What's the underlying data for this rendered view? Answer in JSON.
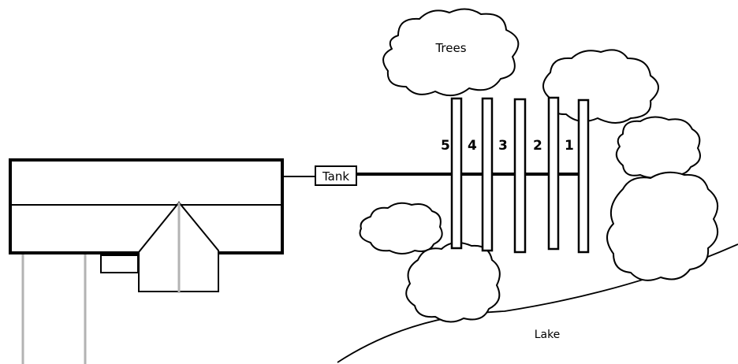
{
  "labels": {
    "tank": "Tank",
    "trees": "Trees",
    "lake": "Lake"
  },
  "trench_numbers": [
    "5",
    "4",
    "3",
    "2",
    "1"
  ],
  "colors": {
    "line": "#000000",
    "pipe_gray": "#b3b3b3",
    "background": "#ffffff"
  }
}
